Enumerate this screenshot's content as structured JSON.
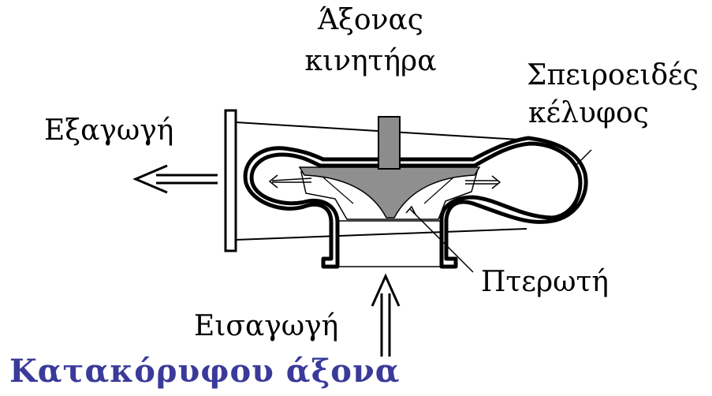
{
  "labels": {
    "shaft": "Άξονας κινητήρα",
    "shaft_line1": "Άξονας",
    "shaft_line2": "κινητήρα",
    "volute_line1": "Σπειροειδές",
    "volute_line2": "κέλυφος",
    "outlet": "Εξαγωγή",
    "impeller": "Πτερωτή",
    "inlet": "Εισαγωγή"
  },
  "caption": "Κατακόρυφου άξονα",
  "colors": {
    "caption": "#3a3a9a",
    "impeller_fill": "#909090",
    "shaft_fill": "#8c8c8c",
    "line": "#000000",
    "background": "#ffffff"
  }
}
